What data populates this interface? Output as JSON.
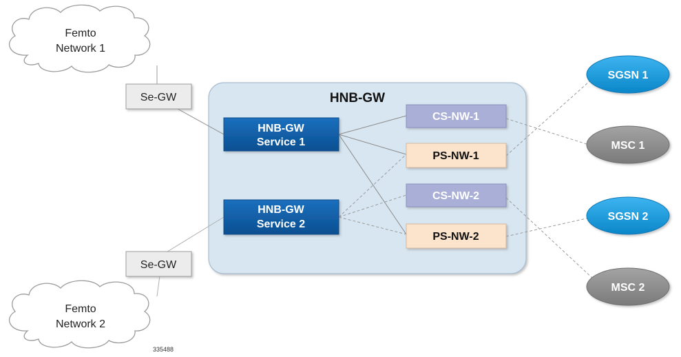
{
  "clouds": {
    "femto1": {
      "line1": "Femto",
      "line2": "Network 1"
    },
    "femto2": {
      "line1": "Femto",
      "line2": "Network 2"
    }
  },
  "segw": {
    "top": "Se-GW",
    "bottom": "Se-GW"
  },
  "hnbgw_container": {
    "title": "HNB-GW"
  },
  "services": {
    "service1": {
      "line1": "HNB-GW",
      "line2": "Service 1"
    },
    "service2": {
      "line1": "HNB-GW",
      "line2": "Service 2"
    }
  },
  "networks": {
    "cs1": "CS-NW-1",
    "ps1": "PS-NW-1",
    "cs2": "CS-NW-2",
    "ps2": "PS-NW-2"
  },
  "core_nodes": {
    "sgsn1": "SGSN 1",
    "msc1": "MSC 1",
    "sgsn2": "SGSN 2",
    "msc2": "MSC 2"
  },
  "figure_number": "335488",
  "colors": {
    "container_fill": "#d7e6f1",
    "service_fill": "#0f5fa8",
    "cs_fill": "#a9afd6",
    "ps_fill": "#fbe3cc",
    "sgsn_fill": "#1a9fe0",
    "msc_fill": "#8c8c8c",
    "segw_fill": "#ececec"
  }
}
